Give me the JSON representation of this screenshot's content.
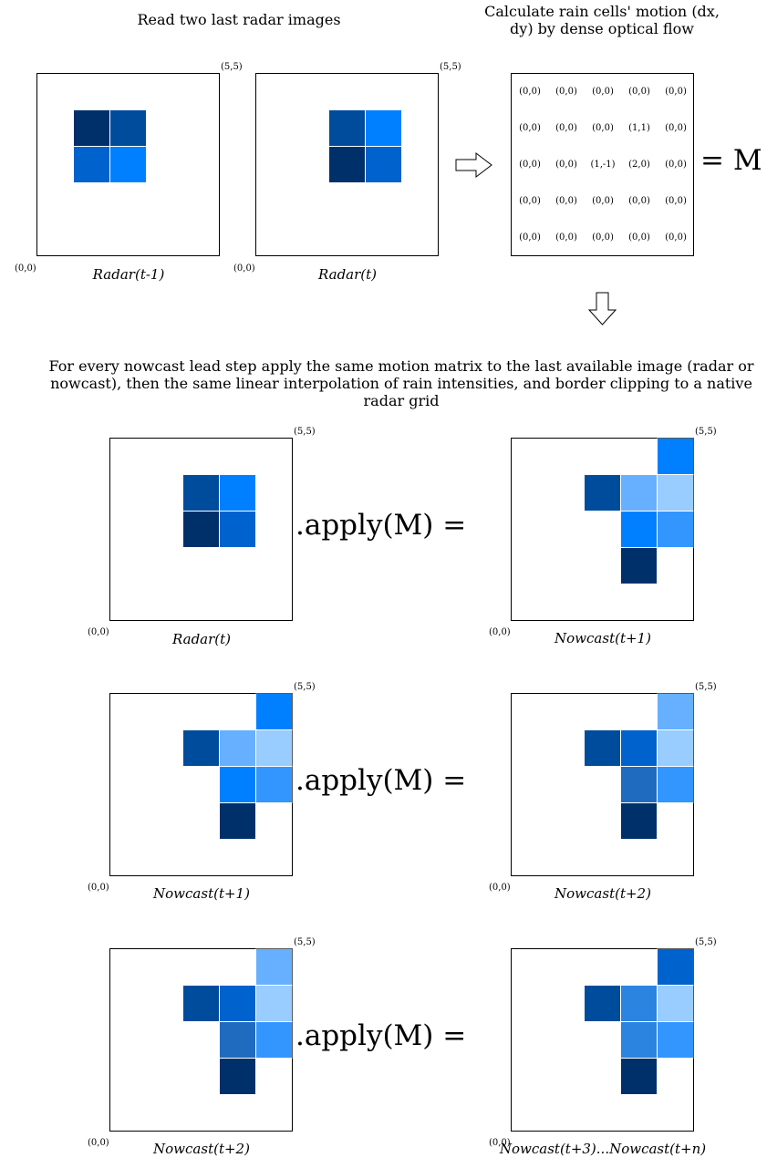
{
  "step1": {
    "heading": "Read two last radar images",
    "radar_prev_caption": "Radar(t-1)",
    "radar_curr_caption": "Radar(t)"
  },
  "step2": {
    "heading_line1": "Calculate rain cells' motion (dx,",
    "heading_line2": "dy) by dense optical flow",
    "matrix_rows": [
      [
        "(0,0)",
        "(0,0)",
        "(0,0)",
        "(0,0)",
        "(0,0)"
      ],
      [
        "(0,0)",
        "(0,0)",
        "(0,0)",
        "(1,1)",
        "(0,0)"
      ],
      [
        "(0,0)",
        "(0,0)",
        "(1,-1)",
        "(2,0)",
        "(0,0)"
      ],
      [
        "(0,0)",
        "(0,0)",
        "(0,0)",
        "(0,0)",
        "(0,0)"
      ],
      [
        "(0,0)",
        "(0,0)",
        "(0,0)",
        "(0,0)",
        "(0,0)"
      ]
    ],
    "equals_label": "= M"
  },
  "step3": {
    "heading_line1": "For every nowcast lead step apply the same motion matrix to the last available image (radar or",
    "heading_line2": "nowcast), then the same linear interpolation of rain intensities, and border clipping to a native",
    "heading_line3": "radar grid",
    "apply_label": ".apply(M) =",
    "captions": {
      "row1_left": "Radar(t)",
      "row1_right": "Nowcast(t+1)",
      "row2_left": "Nowcast(t+1)",
      "row2_right": "Nowcast(t+2)",
      "row3_left": "Nowcast(t+2)",
      "row3_right": "Nowcast(t+3)...Nowcast(t+n)"
    }
  },
  "corner_labels": {
    "origin": "(0,0)",
    "max": "(5,5)"
  },
  "arrows": {
    "right": "hollow-right-arrow",
    "down": "hollow-down-arrow"
  },
  "colors": {
    "darkest": "#00306a",
    "dark": "#004c9c",
    "medium": "#0062cc",
    "steel": "#1f6bbf",
    "mid_light": "#2a84e0",
    "bright": "#0080ff",
    "light": "#3396ff",
    "lighter": "#66b0ff",
    "lightest": "#99ccff"
  },
  "grids": {
    "radar_t_minus_1": [
      {
        "col": 1,
        "row": 1,
        "color": "darkest"
      },
      {
        "col": 2,
        "row": 1,
        "color": "dark"
      },
      {
        "col": 1,
        "row": 2,
        "color": "medium"
      },
      {
        "col": 2,
        "row": 2,
        "color": "bright"
      }
    ],
    "radar_t": [
      {
        "col": 2,
        "row": 1,
        "color": "dark"
      },
      {
        "col": 3,
        "row": 1,
        "color": "bright"
      },
      {
        "col": 2,
        "row": 2,
        "color": "darkest"
      },
      {
        "col": 3,
        "row": 2,
        "color": "medium"
      }
    ],
    "nowcast_t1": [
      {
        "col": 4,
        "row": 0,
        "color": "bright"
      },
      {
        "col": 2,
        "row": 1,
        "color": "dark"
      },
      {
        "col": 3,
        "row": 1,
        "color": "lighter"
      },
      {
        "col": 4,
        "row": 1,
        "color": "lightest"
      },
      {
        "col": 3,
        "row": 2,
        "color": "bright"
      },
      {
        "col": 4,
        "row": 2,
        "color": "light"
      },
      {
        "col": 3,
        "row": 3,
        "color": "darkest"
      }
    ],
    "nowcast_t2": [
      {
        "col": 4,
        "row": 0,
        "color": "lighter"
      },
      {
        "col": 2,
        "row": 1,
        "color": "dark"
      },
      {
        "col": 3,
        "row": 1,
        "color": "medium"
      },
      {
        "col": 4,
        "row": 1,
        "color": "lightest"
      },
      {
        "col": 3,
        "row": 2,
        "color": "steel"
      },
      {
        "col": 4,
        "row": 2,
        "color": "light"
      },
      {
        "col": 3,
        "row": 3,
        "color": "darkest"
      }
    ],
    "nowcast_t3": [
      {
        "col": 4,
        "row": 0,
        "color": "medium"
      },
      {
        "col": 2,
        "row": 1,
        "color": "dark"
      },
      {
        "col": 3,
        "row": 1,
        "color": "mid_light"
      },
      {
        "col": 4,
        "row": 1,
        "color": "lightest"
      },
      {
        "col": 3,
        "row": 2,
        "color": "mid_light"
      },
      {
        "col": 4,
        "row": 2,
        "color": "light"
      },
      {
        "col": 3,
        "row": 3,
        "color": "darkest"
      }
    ]
  }
}
